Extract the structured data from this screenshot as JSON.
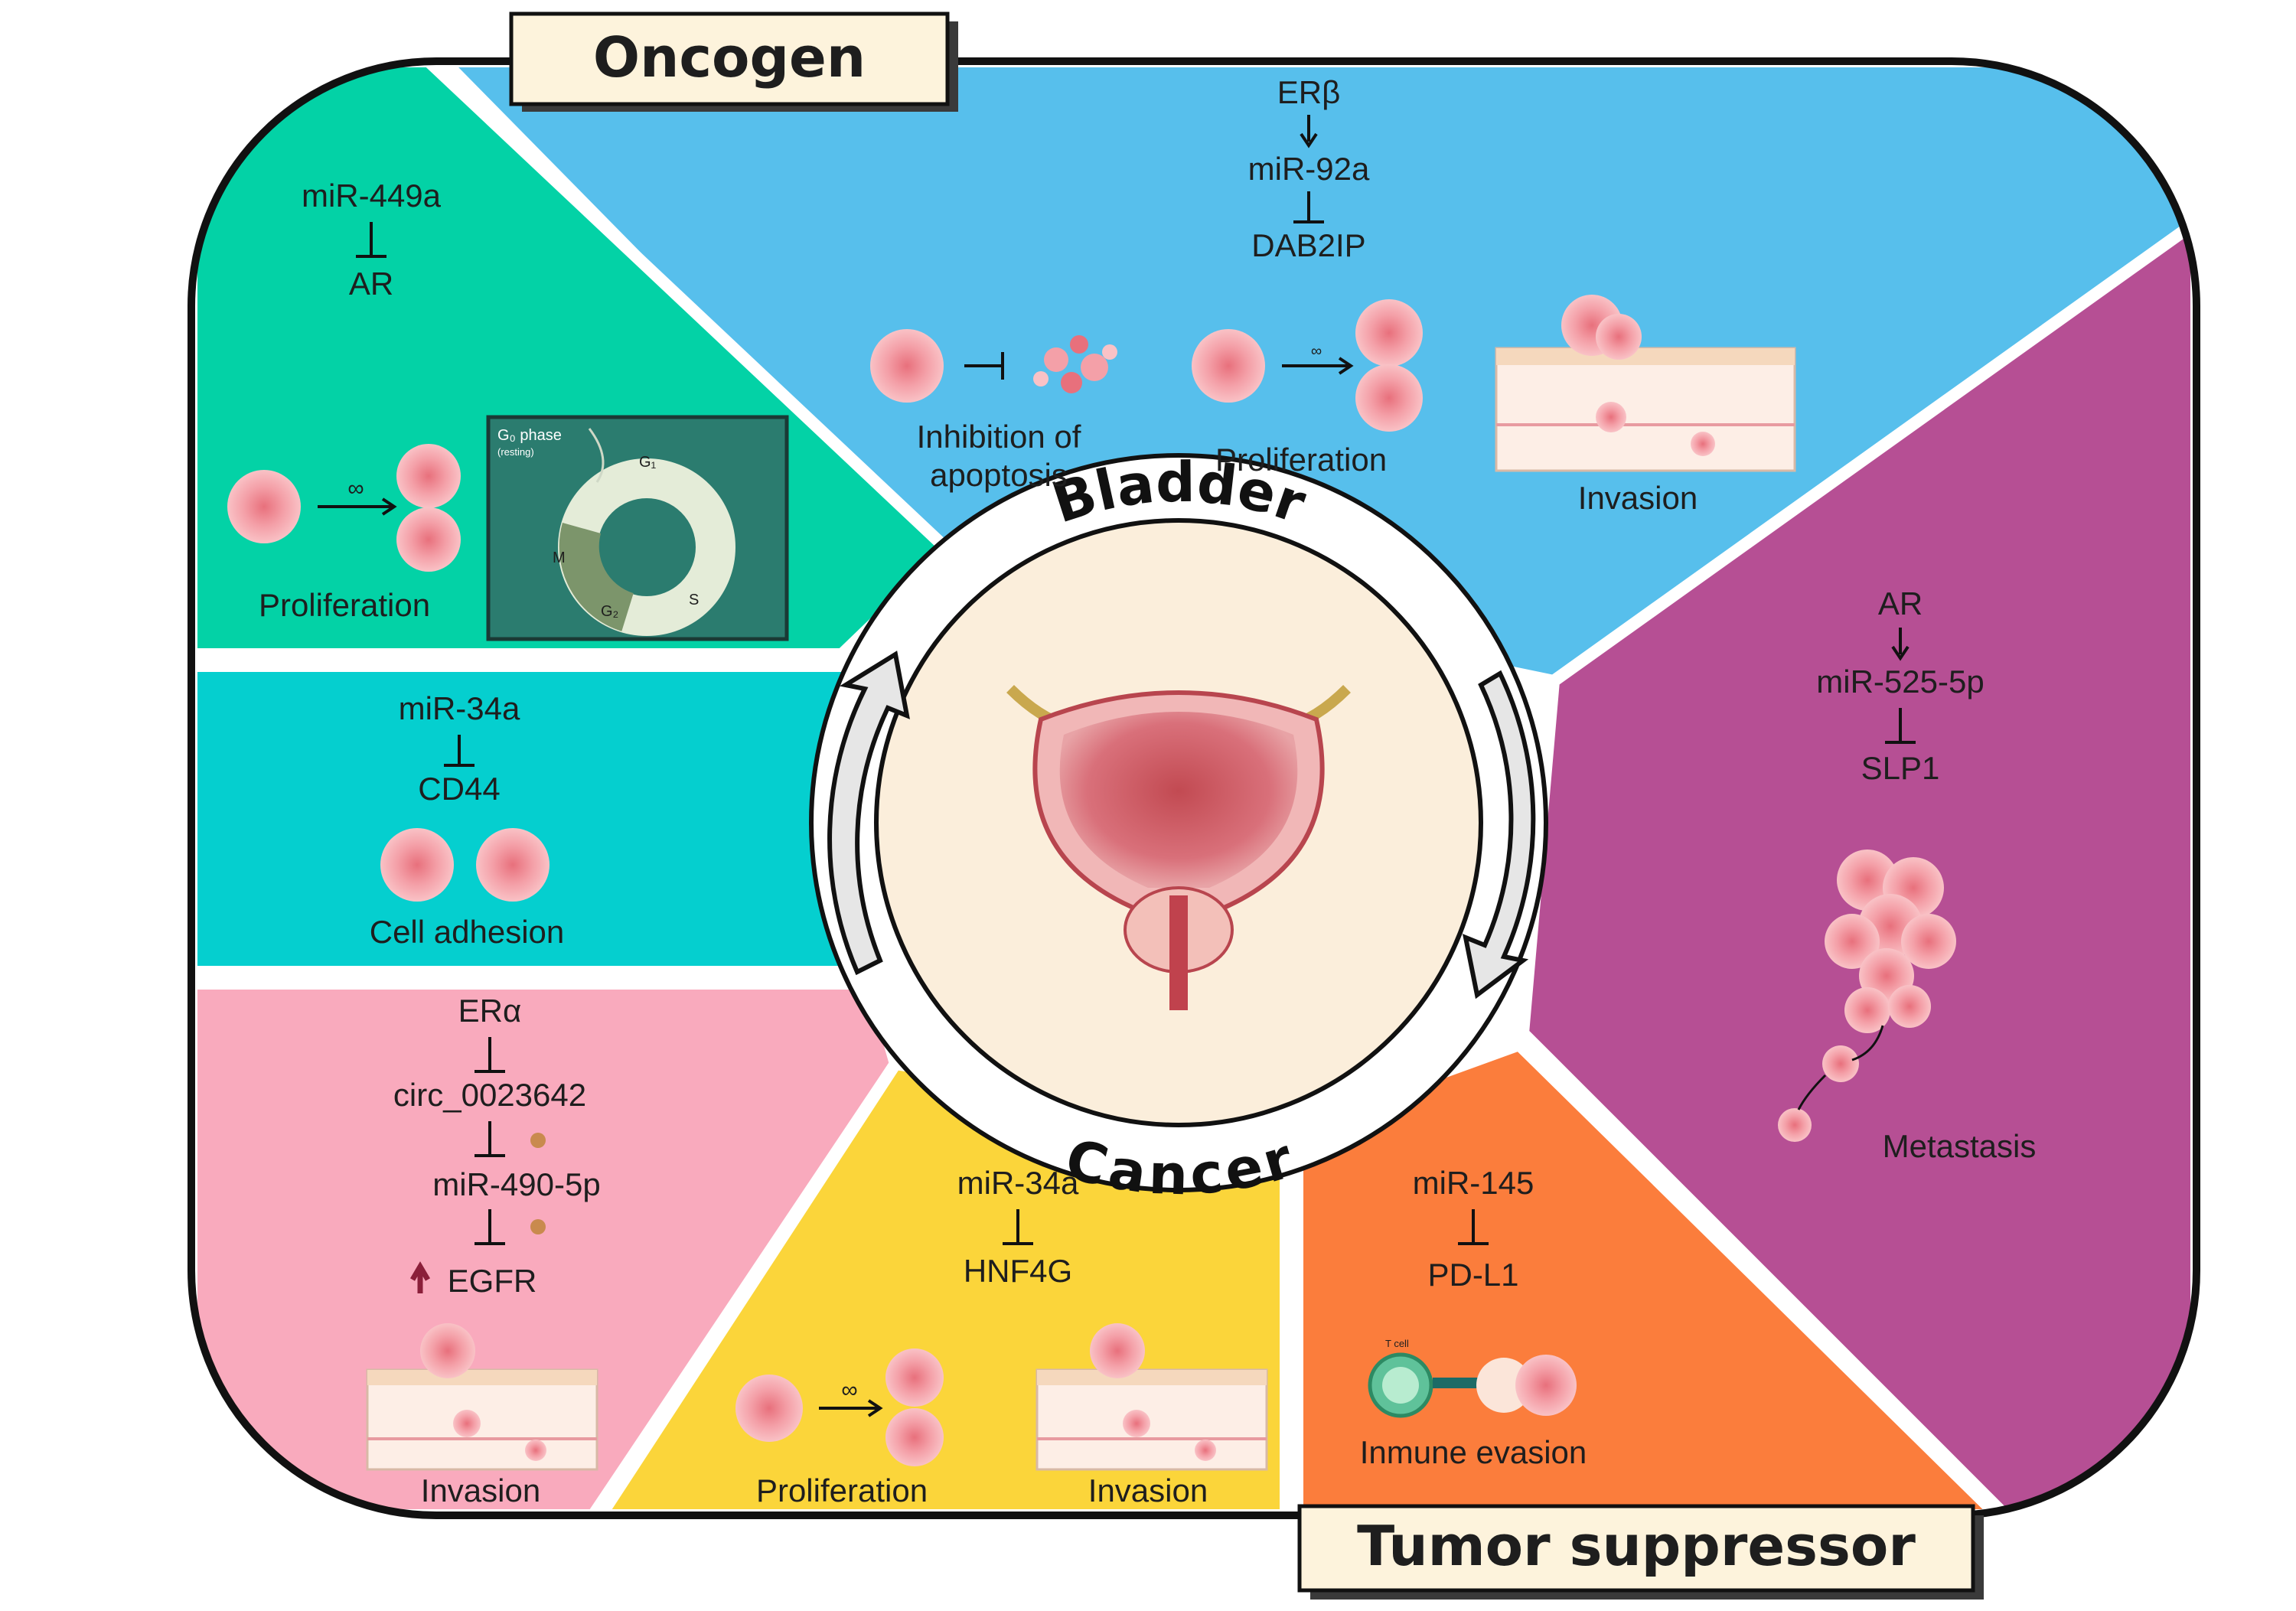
{
  "header": {
    "oncogen_label": "Oncogen",
    "tumor_suppressor_label": "Tumor suppressor"
  },
  "center": {
    "word_top": "Bladder",
    "word_bottom": "Cancer"
  },
  "colors": {
    "blue_panel": "#57bfec",
    "green_panel": "#03d2a6",
    "teal_panel": "#05cfcf",
    "pink_panel": "#f9aabd",
    "yellow_panel": "#fbd53a",
    "orange_panel": "#fb7d3c",
    "purple_panel": "#b64f94",
    "cell_pink": "#f4a0a8",
    "label_box": "#fdf3dc"
  },
  "panels": {
    "blue": {
      "items": [
        "ERβ",
        "miR-92a",
        "DAB2IP"
      ],
      "captions": [
        "Inhibition of",
        "apoptosis",
        "Proliferation",
        "Invasion"
      ]
    },
    "green": {
      "items": [
        "miR-449a",
        "AR"
      ],
      "caption": "Proliferation",
      "cell_cycle": {
        "g0": "G₀ phase",
        "resting": "(resting)",
        "g1": "G₁",
        "s": "S",
        "g2": "G₂",
        "m": "M"
      }
    },
    "teal": {
      "items": [
        "miR-34a",
        "CD44"
      ],
      "caption": "Cell adhesion"
    },
    "pink": {
      "items": [
        "ERα",
        "circ_0023642",
        "miR-490-5p",
        "EGFR"
      ],
      "caption": "Invasion"
    },
    "yellow": {
      "items": [
        "miR-34a",
        "HNF4G"
      ],
      "captions": [
        "Proliferation",
        "Invasion"
      ]
    },
    "orange": {
      "items": [
        "miR-145",
        "PD-L1"
      ],
      "caption": "Inmune evasion",
      "tcell_label": "T cell"
    },
    "purple": {
      "items": [
        "AR",
        "miR-525-5p",
        "SLP1"
      ],
      "caption": "Metastasis"
    }
  },
  "icons": [
    "arrow-down-icon",
    "inhibition-icon",
    "infinity-icon",
    "up-arrow-icon",
    "cell-icon",
    "circular-arrow-icon",
    "bladder-icon"
  ]
}
